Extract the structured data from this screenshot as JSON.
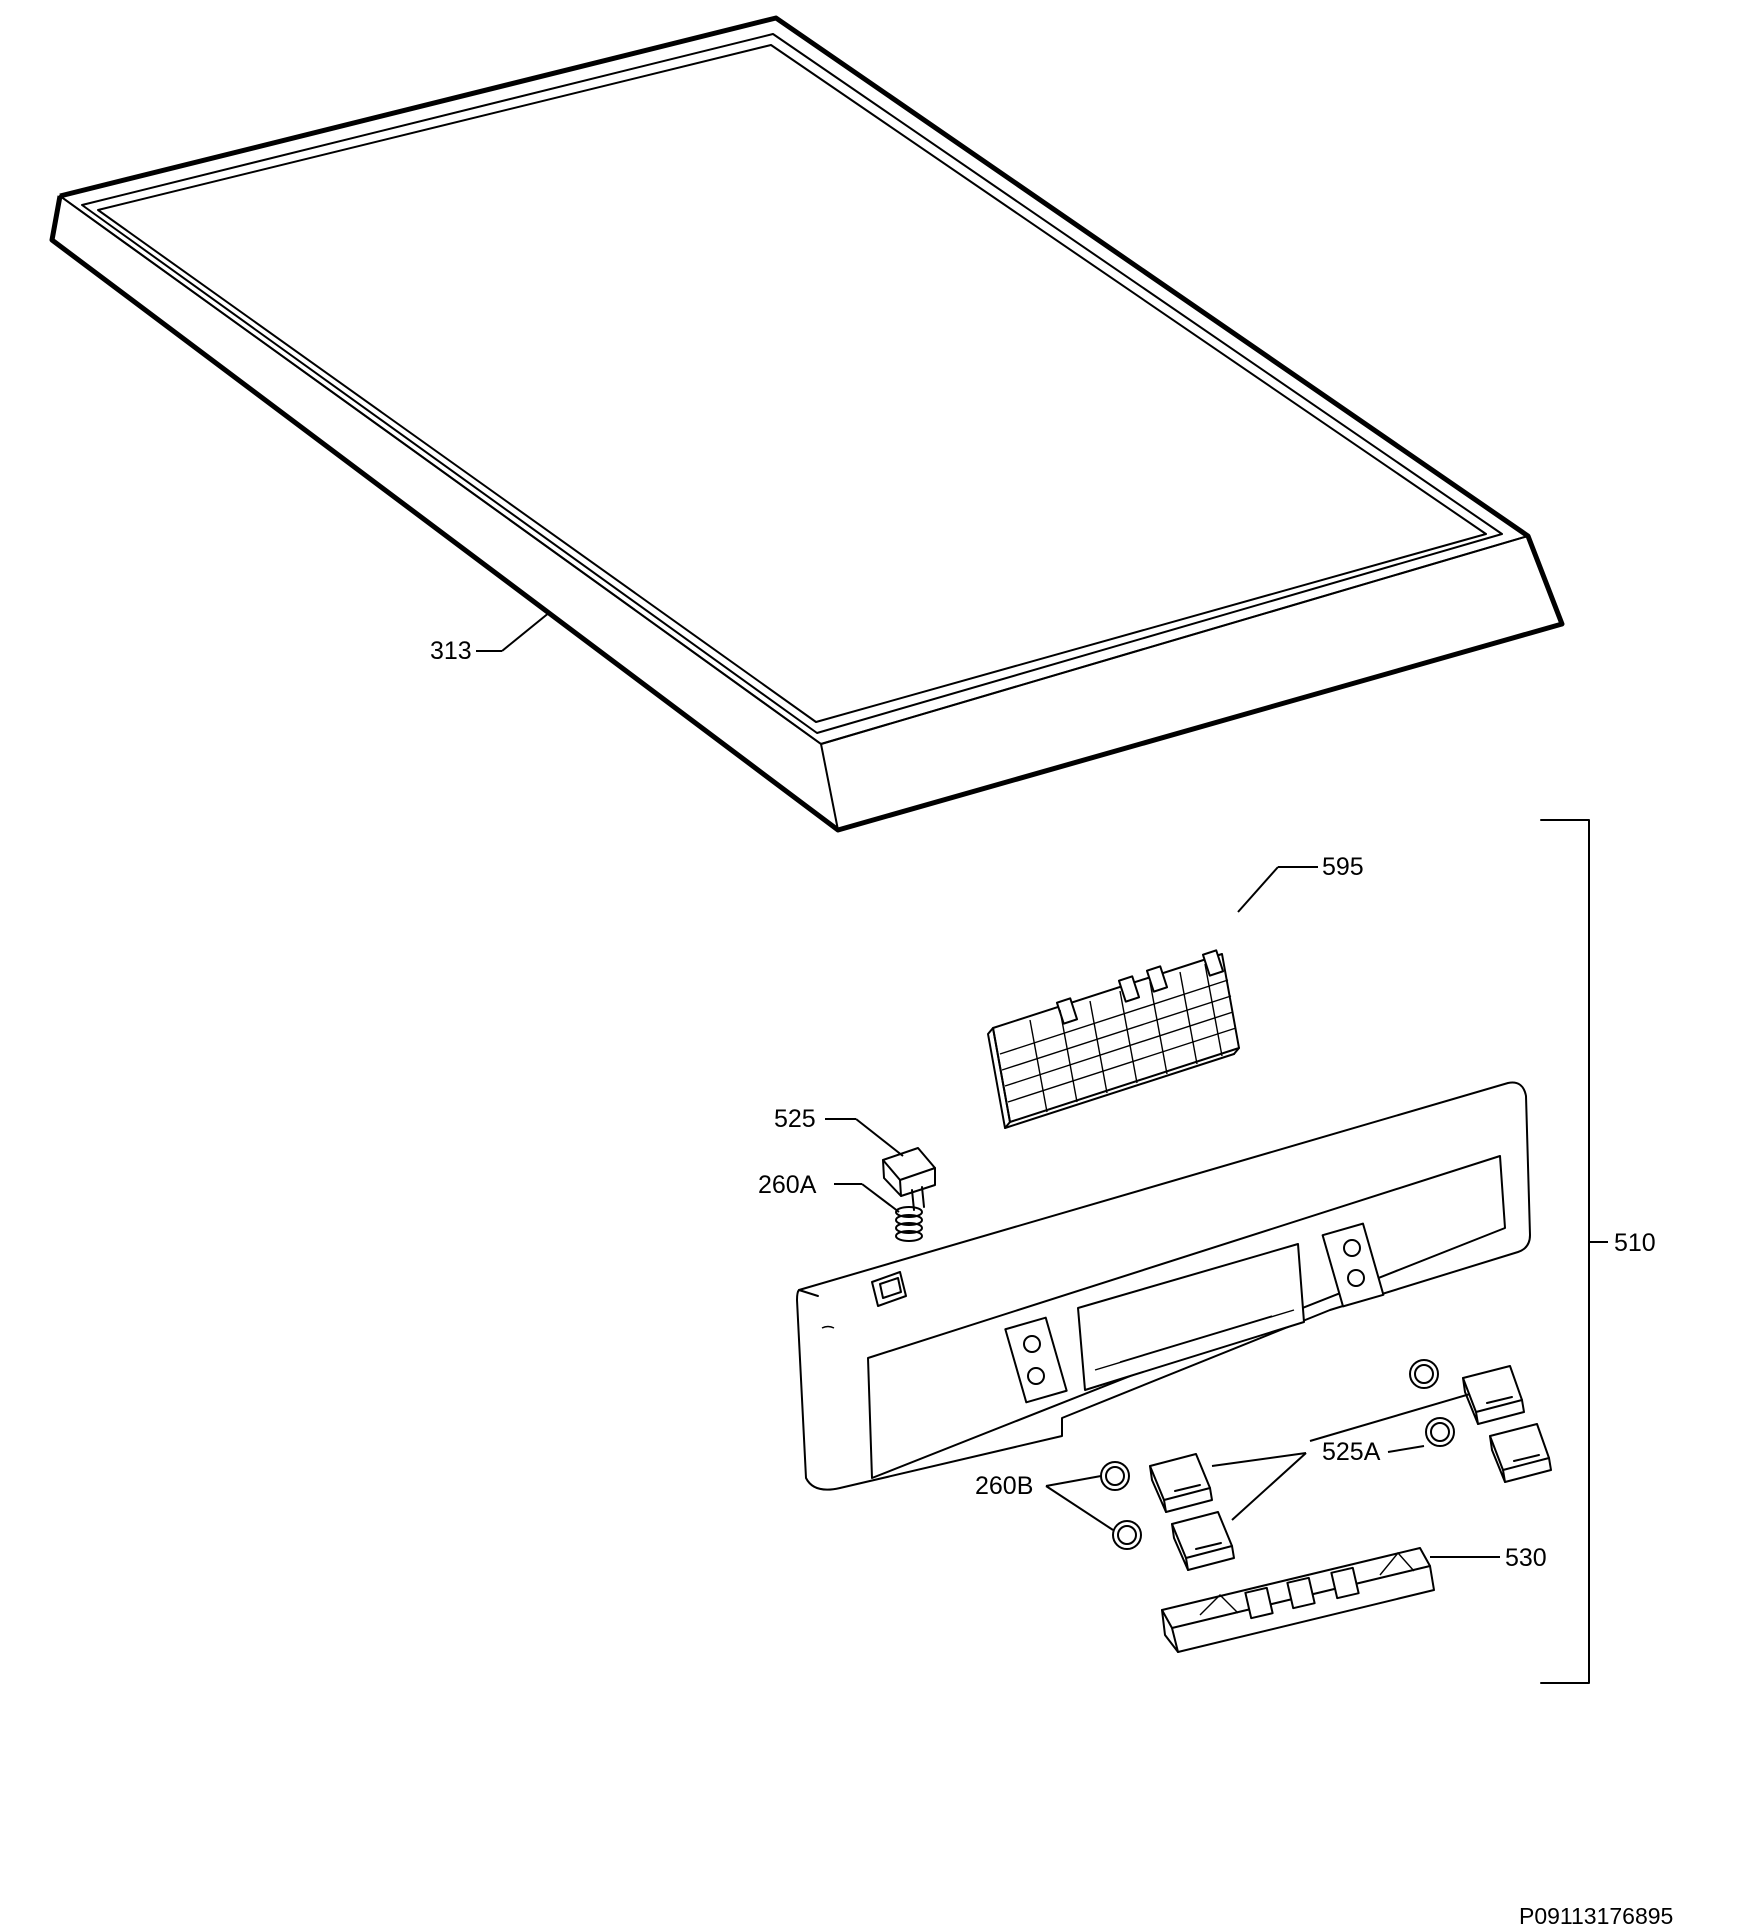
{
  "labels": {
    "lid": "313",
    "bracket_group": "510",
    "circuit_board": "595",
    "button_top": "525",
    "spring_top": "260A",
    "buttons": "525A",
    "springs": "260B",
    "selector_bar": "530"
  },
  "reference_code": "P09113176895",
  "colors": {
    "line": "#000000",
    "background": "#ffffff"
  }
}
